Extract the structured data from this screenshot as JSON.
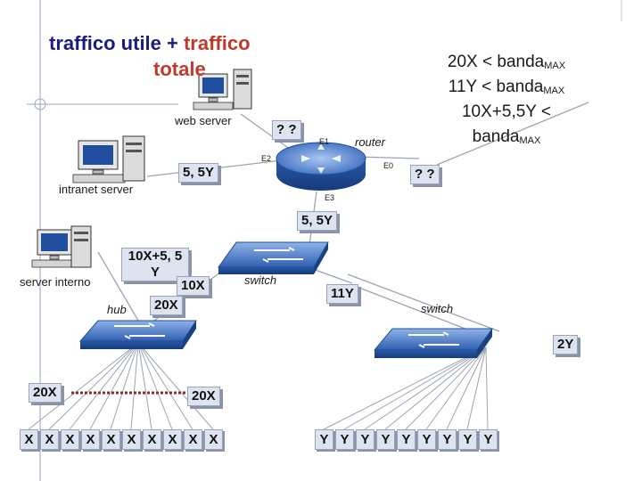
{
  "title": {
    "part1": "traffico utile + ",
    "part2": "traffico",
    "part3": "totale"
  },
  "constraints": [
    {
      "text": "20X < banda",
      "sub": "MAX"
    },
    {
      "text": "11Y < banda",
      "sub": "MAX"
    },
    {
      "text": "10X+5,5Y <",
      "sub": ""
    },
    {
      "text": "banda",
      "sub": "MAX"
    }
  ],
  "devices": {
    "web_server": "web server",
    "intranet_server": "intranet server",
    "server_interno": "server interno",
    "router": "router",
    "hub": "hub",
    "switch_top": "switch",
    "switch_right": "switch"
  },
  "ports": {
    "e1": "E1",
    "e2": "E2",
    "e0": "E0",
    "e3": "E3"
  },
  "link_labels": {
    "web_link": "? ?",
    "intranet_link": "5, 5Y",
    "e0_link": "? ?",
    "e3_link": "5, 5Y",
    "interno_link_line1": "10X+5, 5",
    "interno_link_line2": "Y",
    "hub_10x": "10X",
    "hub_20x": "20X",
    "switch_11y": "11Y",
    "switch_2y": "2Y",
    "hubleaf_left": "20X",
    "hubleaf_right": "20X"
  },
  "x_leaves": [
    "X",
    "X",
    "X",
    "X",
    "X",
    "X",
    "X",
    "X",
    "X",
    "X"
  ],
  "y_leaves": [
    "Y",
    "Y",
    "Y",
    "Y",
    "Y",
    "Y",
    "Y",
    "Y",
    "Y"
  ]
}
